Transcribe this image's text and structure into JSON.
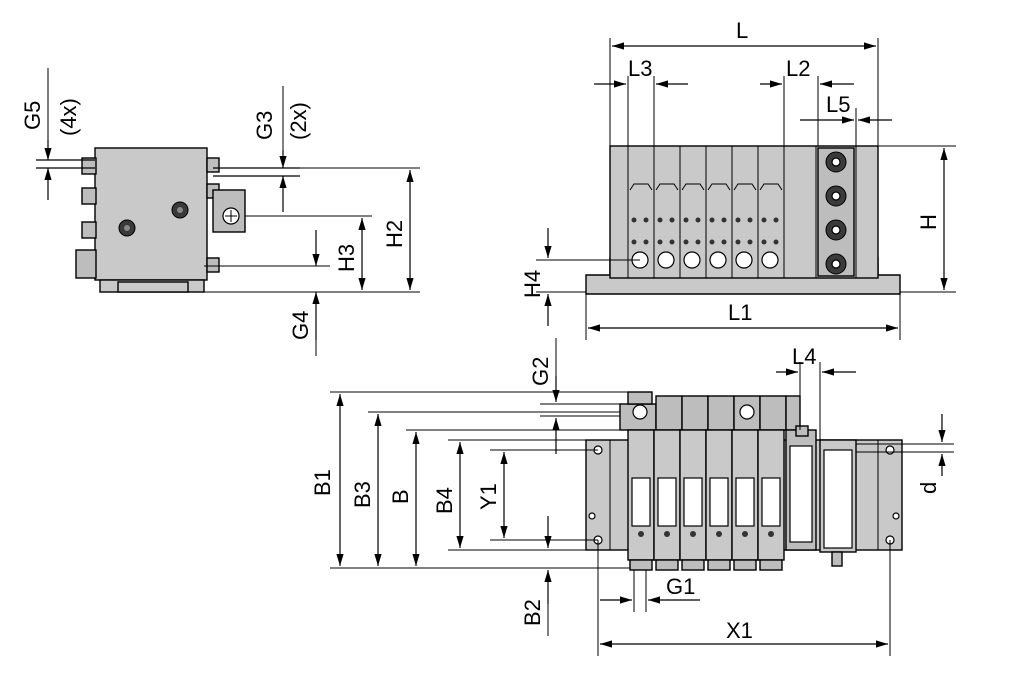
{
  "labels": {
    "L": "L",
    "L1": "L1",
    "L2": "L2",
    "L3": "L3",
    "L4": "L4",
    "L5": "L5",
    "H": "H",
    "H2": "H2",
    "H3": "H3",
    "H4": "H4",
    "G1": "G1",
    "G2": "G2",
    "G3": "G3",
    "G4": "G4",
    "G5": "G5",
    "G3_count": "(2x)",
    "G5_count": "(4x)",
    "B": "B",
    "B1": "B1",
    "B2": "B2",
    "B3": "B3",
    "B4": "B4",
    "Y1": "Y1",
    "X1": "X1",
    "d": "d"
  },
  "colors": {
    "body": "#c9c9c9",
    "line": "#000000"
  }
}
